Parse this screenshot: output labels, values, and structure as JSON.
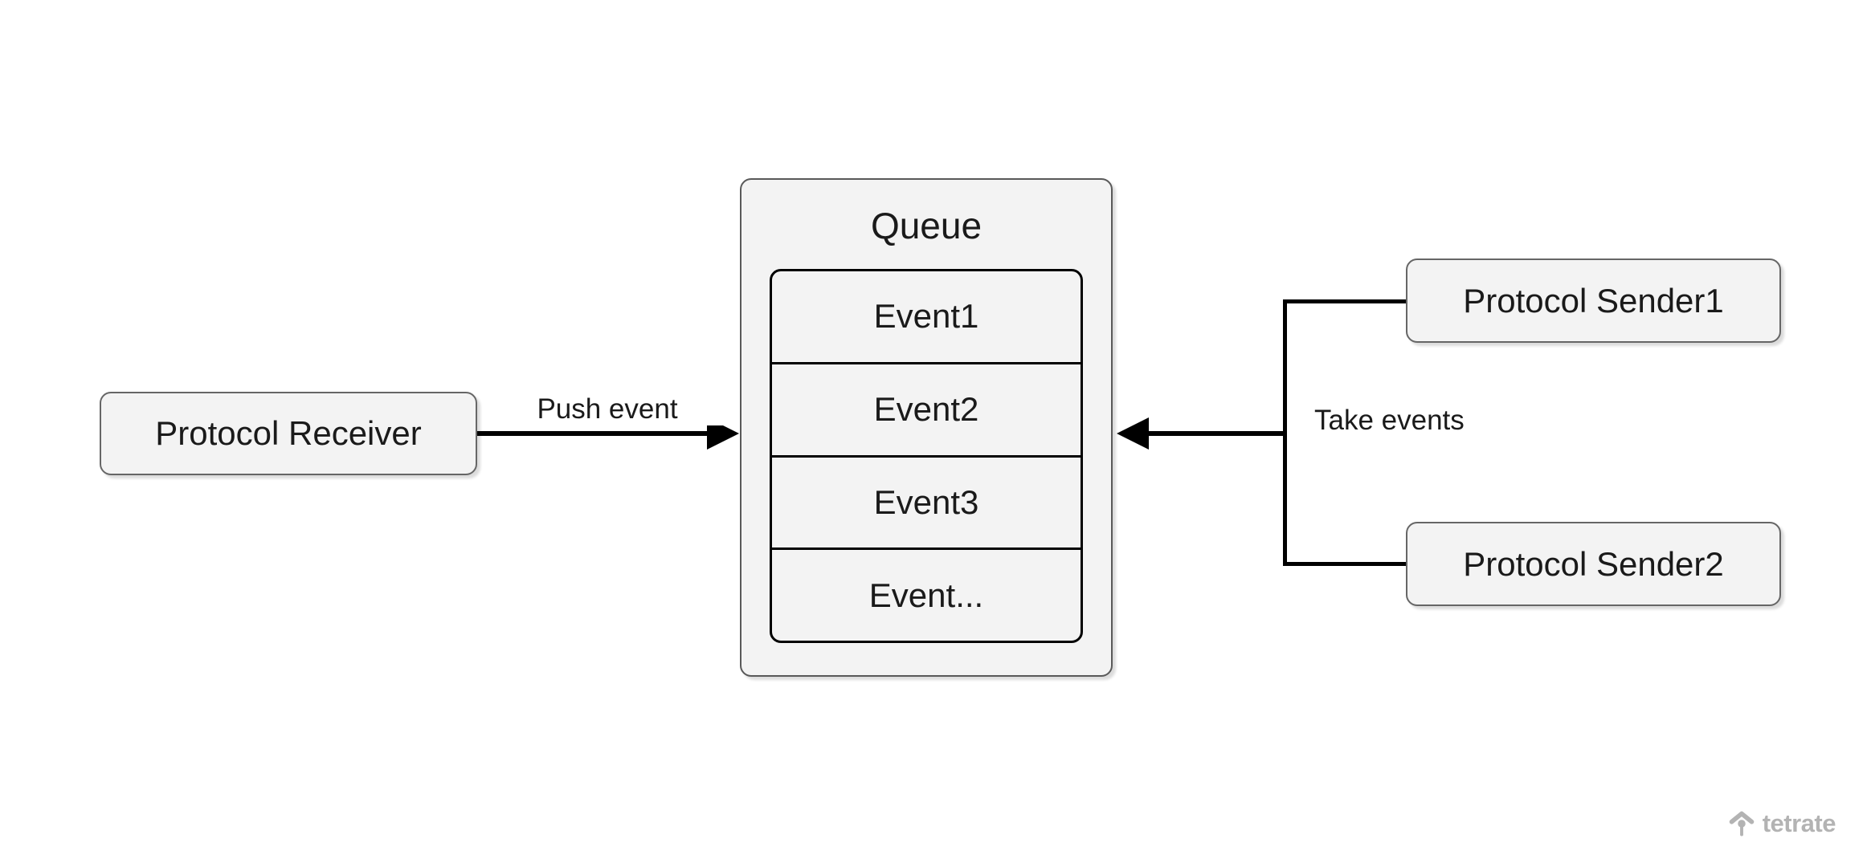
{
  "diagram": {
    "nodes": {
      "receiver": {
        "label": "Protocol Receiver"
      },
      "queue": {
        "title": "Queue",
        "events": [
          "Event1",
          "Event2",
          "Event3",
          "Event..."
        ]
      },
      "sender1": {
        "label": "Protocol Sender1"
      },
      "sender2": {
        "label": "Protocol Sender2"
      }
    },
    "edges": {
      "push": {
        "label": "Push event"
      },
      "take": {
        "label": "Take events"
      }
    }
  },
  "footer": {
    "brand": "tetrate"
  },
  "palette": {
    "background": "#ffffff",
    "node_fill": "#f3f3f3",
    "node_border": "#666666",
    "stack_border": "#000000",
    "arrow": "#000000",
    "text": "#1a1a1a",
    "brand_gray": "#b3b3b3"
  }
}
